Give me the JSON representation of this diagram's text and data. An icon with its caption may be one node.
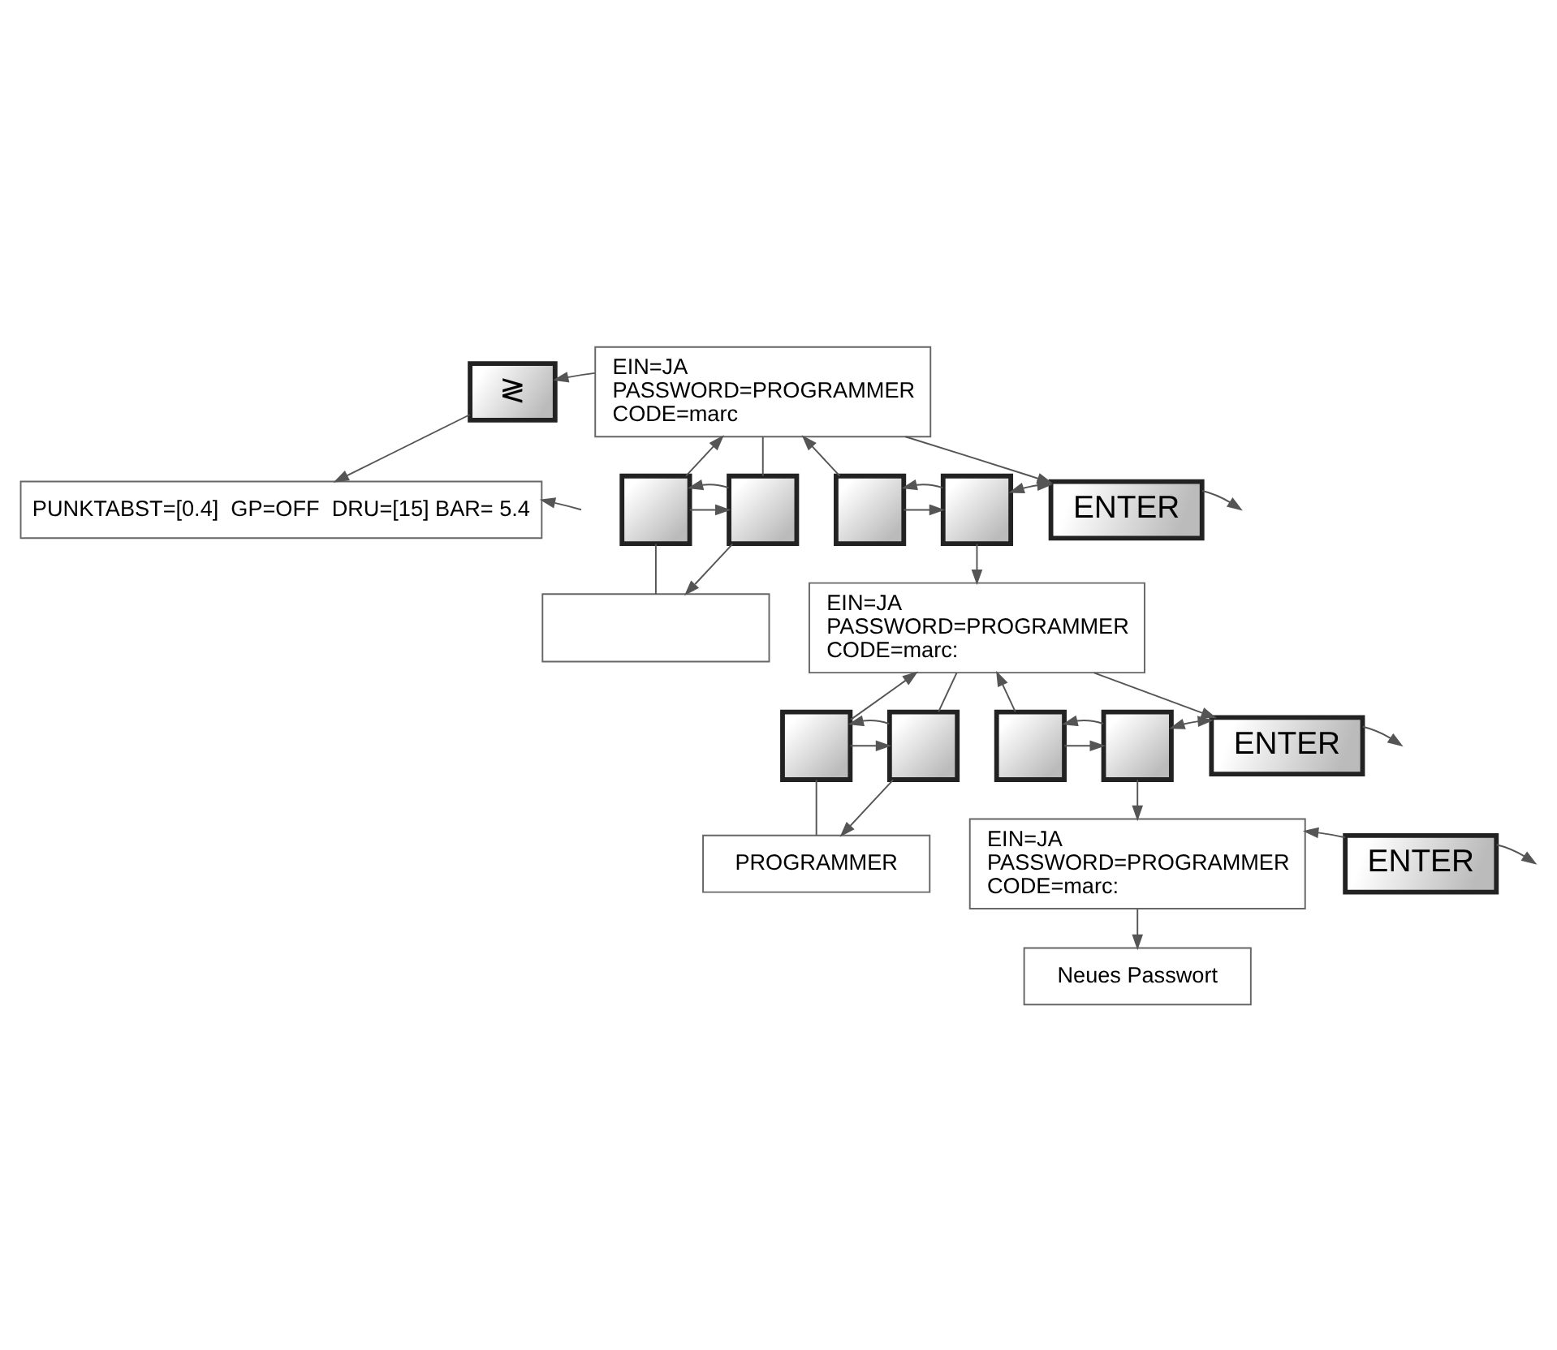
{
  "diagram": {
    "nodes": [
      {
        "text": [
          "≷"
        ]
      },
      {
        "text": [
          "EIN=JA",
          "PASSWORD=PROGRAMMER",
          "CODE=marc"
        ]
      },
      {
        "text": [],
        "shape": "box"
      },
      {
        "text": [],
        "shape": "box"
      },
      {
        "text": [],
        "shape": "box"
      },
      {
        "text": [],
        "shape": "box"
      },
      {
        "text": [
          "ENTER"
        ]
      },
      {
        "text": [],
        "shape": "box"
      },
      {
        "text": [
          "EIN=JA",
          "PASSWORD=PROGRAMMER",
          "CODE=marc:"
        ]
      },
      {
        "text": [],
        "shape": "box"
      },
      {
        "text": [],
        "shape": "box"
      },
      {
        "text": [],
        "shape": "box"
      },
      {
        "text": [],
        "shape": "box"
      },
      {
        "text": [
          "ENTER"
        ]
      },
      {
        "text": [
          "PROGRAMMER"
        ]
      },
      {
        "text": [
          "EIN=JA",
          "PASSWORD=PROGRAMMER",
          "CODE=marc:"
        ]
      },
      {
        "text": [
          "Neues Passwort"
        ]
      },
      {
        "text": [
          "ENTER"
        ]
      },
      {
        "text": [
          "PUNKTABST=[0.4]  GP=OFF  DRU=[15] BAR= 5.4"
        ]
      }
    ],
    "edges": [
      {
        "from": 1,
        "to": 0,
        "arrow": "to"
      },
      {
        "from": 2,
        "to": 1,
        "arrow": "to"
      },
      {
        "from": 2,
        "to": 3,
        "arrow": "to"
      },
      {
        "from": 3,
        "to": 2,
        "arrow": "to"
      },
      {
        "from": 1,
        "to": 3,
        "arrow": "none"
      },
      {
        "from": 3,
        "to": 7,
        "arrow": "to"
      },
      {
        "from": 2,
        "to": 7,
        "arrow": "none"
      },
      {
        "from": 4,
        "to": 1,
        "arrow": "to"
      },
      {
        "from": 4,
        "to": 5,
        "arrow": "to"
      },
      {
        "from": 5,
        "to": 4,
        "arrow": "to"
      },
      {
        "from": 1,
        "to": 6,
        "arrow": "to"
      },
      {
        "from": 5,
        "to": 6,
        "arrow": "both"
      },
      {
        "from": 6,
        "to": null,
        "arrow": "to"
      },
      {
        "from": 5,
        "to": 8,
        "arrow": "to"
      },
      {
        "from": 9,
        "to": 8,
        "arrow": "to"
      },
      {
        "from": 9,
        "to": 10,
        "arrow": "to"
      },
      {
        "from": 10,
        "to": 9,
        "arrow": "to"
      },
      {
        "from": 8,
        "to": 10,
        "arrow": "none"
      },
      {
        "from": 10,
        "to": 14,
        "arrow": "to"
      },
      {
        "from": 9,
        "to": 14,
        "arrow": "none"
      },
      {
        "from": 11,
        "to": 8,
        "arrow": "to"
      },
      {
        "from": 11,
        "to": 12,
        "arrow": "to"
      },
      {
        "from": 12,
        "to": 11,
        "arrow": "to"
      },
      {
        "from": 8,
        "to": 13,
        "arrow": "to"
      },
      {
        "from": 12,
        "to": 13,
        "arrow": "both"
      },
      {
        "from": 13,
        "to": null,
        "arrow": "to"
      },
      {
        "from": 12,
        "to": 15,
        "arrow": "to"
      },
      {
        "from": 15,
        "to": 16,
        "arrow": "to"
      },
      {
        "from": 17,
        "to": 15,
        "arrow": "to"
      },
      {
        "from": 17,
        "to": null,
        "arrow": "to"
      },
      {
        "from": 0,
        "to": 18,
        "arrow": "to"
      },
      {
        "from": null,
        "to": 18,
        "arrow": "to"
      }
    ]
  }
}
